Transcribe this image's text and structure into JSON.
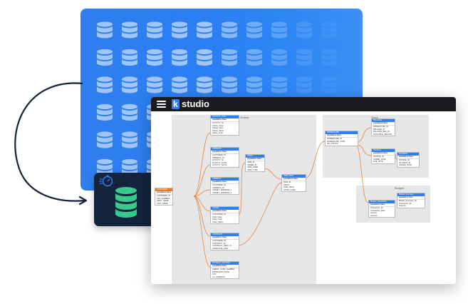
{
  "app": {
    "logo_mark": "k",
    "logo_text": "studio"
  },
  "regions": [
    {
      "label": "Orders"
    },
    {
      "label": "Stock"
    },
    {
      "label": "Budget"
    }
  ],
  "tables": [
    {
      "title": "CUSTOMER",
      "style": "orange",
      "sub": "population-fixes",
      "rows": [
        "CUSTOMER_ID",
        "SSN_NUMBER",
        "FIRST_NAME",
        "LAST_NAME"
      ]
    },
    {
      "title": "ACTIVITY_LOG",
      "style": "blue",
      "sub": "population-fixes",
      "rows": [
        "ACTIVITY_ID",
        "Activity_Date",
        "Activity_Note",
        "Owner_Name",
        "Status_Code"
      ]
    },
    {
      "title": "ADDRESS",
      "style": "blue",
      "sub": "population-fixes",
      "rows": [
        "CUSTOMER_ID",
        "ADDRESS_ID",
        "ACTIVITY_ID",
        "ACTIVITY_DATE",
        "ACTIVITY_NOTE"
      ]
    },
    {
      "title": "ADDRESS",
      "style": "blue",
      "sub": "population-fixes",
      "rows": [
        "CUSTOMER_ID",
        "ADDRESS_ID",
        "STREET_ADDRESS_1",
        "STREET_ADDRESS_2"
      ]
    },
    {
      "title": "ORDER",
      "style": "blue",
      "sub": "population-fixes",
      "rows": [
        "CUSTOMER_ID",
        "Order_Date",
        "Order_Total",
        "Order_Status"
      ]
    },
    {
      "title": "CONTRACT",
      "style": "blue",
      "sub": "population-fixes",
      "rows": [
        "CUSTOMER_ID",
        "CONTRACT_ID",
        "CONTRACT_DESC_ID",
        "ASSOCIATE_LINE"
      ]
    },
    {
      "title": "PAYMENT_METHOD",
      "style": "blue",
      "sub": "population-fixes",
      "rows": [
        "CREDIT_CARD_NUMBER",
        "EXPIRATION_DATE",
        "CVV",
        "CC_COMPANY"
      ]
    },
    {
      "title": "ITEMS",
      "style": "blue",
      "sub": "population-fixes",
      "rows": [
        "ITEM_ID",
        "ORDER_ID",
        "ITEM_NAME",
        "ITEM_TYPE"
      ]
    },
    {
      "title": "ITEM_INFO",
      "style": "blue",
      "sub": "population-fixes",
      "rows": [
        "ITEM_ID",
        "PRICE",
        "ITEM_DESC",
        "STATE_CODE"
      ]
    },
    {
      "title": "WAREHOUSE",
      "style": "blue",
      "sub": "population-fixes",
      "rows": [
        "WAREHOUSE_ID",
        "WAREHOUSE_TYPE",
        "WH_STATUS"
      ]
    },
    {
      "title": "BALANCE",
      "style": "blue",
      "sub": "population-fixes",
      "rows": [
        "WAREHOUSE_ID",
        "BALANCE_ID",
        "BALANCE_REF_ID",
        "AVAILABLE_AMOUNT"
      ]
    },
    {
      "title": "INVOICE",
      "style": "blue",
      "sub": "population-fixes",
      "rows": [
        "INVOICE_ID",
        "ORDER_DATE",
        "DUE_DATE"
      ]
    },
    {
      "title": "PAYMENT",
      "style": "blue",
      "sub": "population-fixes",
      "rows": [
        "INVOICE_ID",
        "PAYMENT_ID",
        "ISSUED_DATE"
      ]
    },
    {
      "title": "Budget_Transaction",
      "style": "blue",
      "sub": "population-fixes",
      "rows": [
        "Transaction_ID",
        "Transaction_Date",
        "Amount",
        "Account"
      ]
    },
    {
      "title": "Budget_Summary",
      "style": "blue",
      "sub": "population-fixes",
      "rows": [
        "Budget_Summary_ID",
        "Transaction_ID",
        "Total_ID"
      ]
    }
  ]
}
